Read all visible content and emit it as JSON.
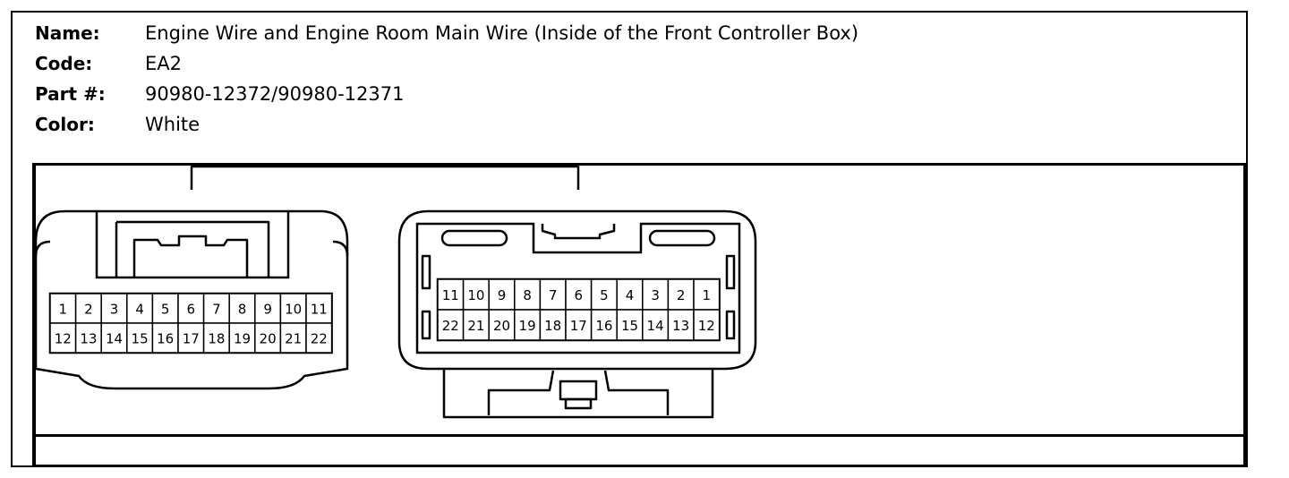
{
  "connector": {
    "name_label": "Name:",
    "name": "Engine Wire and Engine Room Main Wire (Inside of the Front Controller Box)",
    "code_label": "Code:",
    "code": "EA2",
    "part_label": "Part #:",
    "part": "90980-12372/90980-12371",
    "color_label": "Color:",
    "color": "White"
  },
  "left_connector": {
    "row1": [
      "1",
      "2",
      "3",
      "4",
      "5",
      "6",
      "7",
      "8",
      "9",
      "10",
      "11"
    ],
    "row2": [
      "12",
      "13",
      "14",
      "15",
      "16",
      "17",
      "18",
      "19",
      "20",
      "21",
      "22"
    ]
  },
  "right_connector": {
    "row1": [
      "11",
      "10",
      "9",
      "8",
      "7",
      "6",
      "5",
      "4",
      "3",
      "2",
      "1"
    ],
    "row2": [
      "22",
      "21",
      "20",
      "19",
      "18",
      "17",
      "16",
      "15",
      "14",
      "13",
      "12"
    ]
  }
}
